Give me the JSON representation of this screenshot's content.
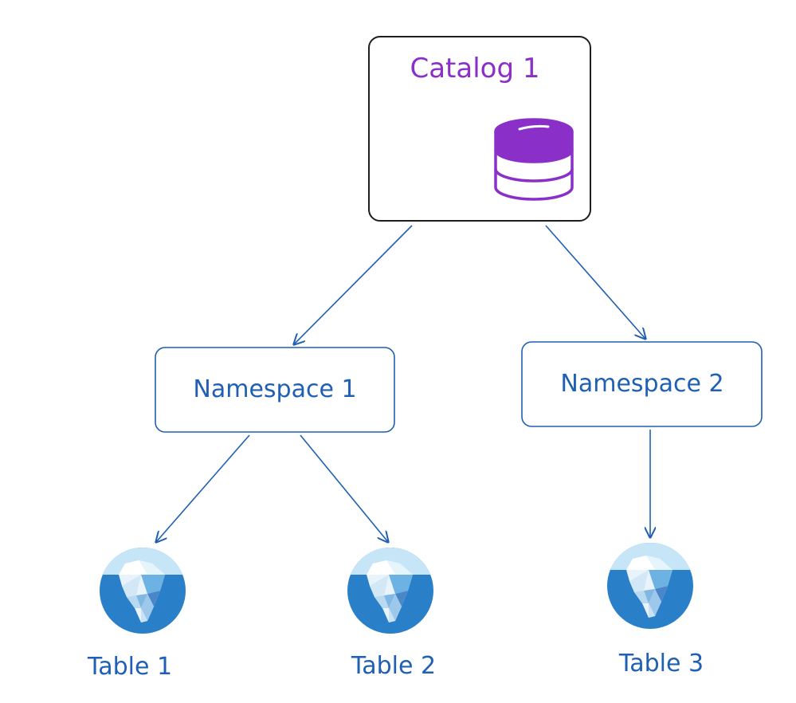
{
  "diagram": {
    "catalog": {
      "label": "Catalog 1",
      "icon": "database-icon",
      "color": "#8a2fc7"
    },
    "namespaces": [
      {
        "label": "Namespace 1"
      },
      {
        "label": "Namespace 2"
      }
    ],
    "tables": [
      {
        "label": "Table 1",
        "icon": "iceberg-icon"
      },
      {
        "label": "Table 2",
        "icon": "iceberg-icon"
      },
      {
        "label": "Table 3",
        "icon": "iceberg-icon"
      }
    ],
    "edges": [
      {
        "from": "Catalog 1",
        "to": "Namespace 1"
      },
      {
        "from": "Catalog 1",
        "to": "Namespace 2"
      },
      {
        "from": "Namespace 1",
        "to": "Table 1"
      },
      {
        "from": "Namespace 1",
        "to": "Table 2"
      },
      {
        "from": "Namespace 2",
        "to": "Table 3"
      }
    ],
    "colors": {
      "accent": "#1f5fb4",
      "catalog": "#8a2fc7",
      "iceberg": "#2a7fc9"
    }
  }
}
